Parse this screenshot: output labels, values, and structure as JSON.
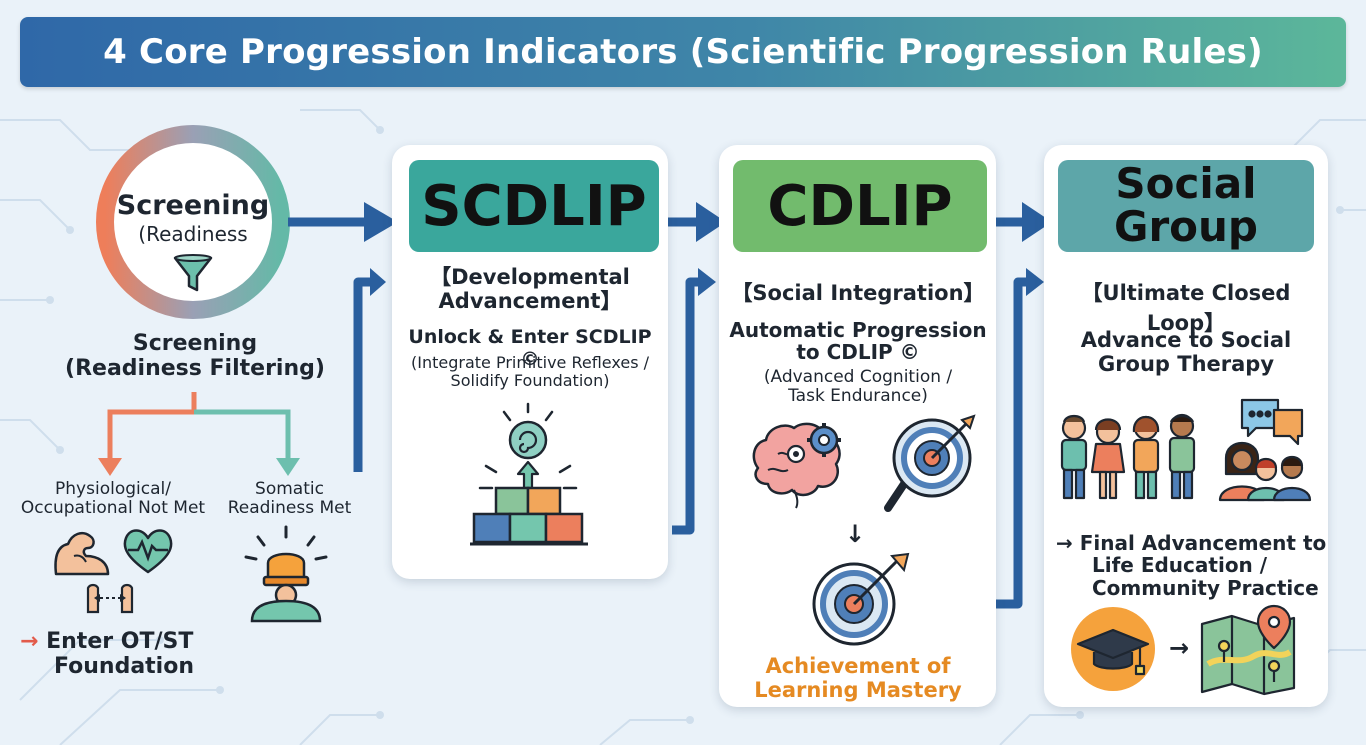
{
  "title": "4 Core Progression Indicators (Scientific Progression Rules)",
  "screening": {
    "ring_line1": "Screening",
    "ring_line2": "(Readiness",
    "label_line1": "Screening",
    "label_line2": "(Readiness Filtering)",
    "left_branch_line1": "Physiological/",
    "left_branch_line2": "Occupational Not Met",
    "right_branch_line1": "Somatic",
    "right_branch_line2": "Readiness Met",
    "outcome_arrow": "→",
    "outcome_line1": "Enter OT/ST",
    "outcome_line2": "Foundation"
  },
  "scdlip": {
    "header": "SCDLIP",
    "tag_line1": "【Developmental",
    "tag_line2": "Advancement】",
    "desc_bold": "Unlock & Enter SCDLIP ©",
    "desc_line1": "(Integrate Primitive Reflexes /",
    "desc_line2": "Solidify Foundation)"
  },
  "cdlip": {
    "header": "CDLIP",
    "tag": "【Social Integration】",
    "desc_bold_line1": "Automatic Progression",
    "desc_bold_line2": "to CDLIP ©",
    "desc_line1": "(Advanced Cognition /",
    "desc_line2": "Task Endurance)",
    "down_arrow": "↓",
    "achievement_line1": "Achievement of",
    "achievement_line2": "Learning Mastery"
  },
  "social": {
    "header_line1": "Social",
    "header_line2": "Group",
    "tag": "【Ultimate Closed Loop】",
    "desc_line1": "Advance to Social",
    "desc_line2": "Group Therapy",
    "final_line1": "→ Final Advancement to",
    "final_line2": "Life Education /",
    "final_line3": "Community Practice",
    "small_arrow": "→"
  },
  "colors": {
    "arrow_blue": "#2a5f9e",
    "scdlip_head": "#3aa79c",
    "cdlip_head": "#72bb6d",
    "social_head": "#5da6a9",
    "orange_text": "#e58a22",
    "red_arrow": "#e25b4b",
    "branch_orange": "#ec7f5d",
    "branch_teal": "#6dbfae"
  },
  "icons": [
    "funnel-icon",
    "flexed-arm-icon",
    "heart-pulse-icon",
    "connected-hands-icon",
    "alarm-person-icon",
    "brain-gears-icon",
    "target-magnifier-icon",
    "target-arrow-icon",
    "stacked-blocks-icon",
    "children-group-icon",
    "chat-bubbles-icon",
    "graduation-cap-icon",
    "map-pin-icon"
  ]
}
